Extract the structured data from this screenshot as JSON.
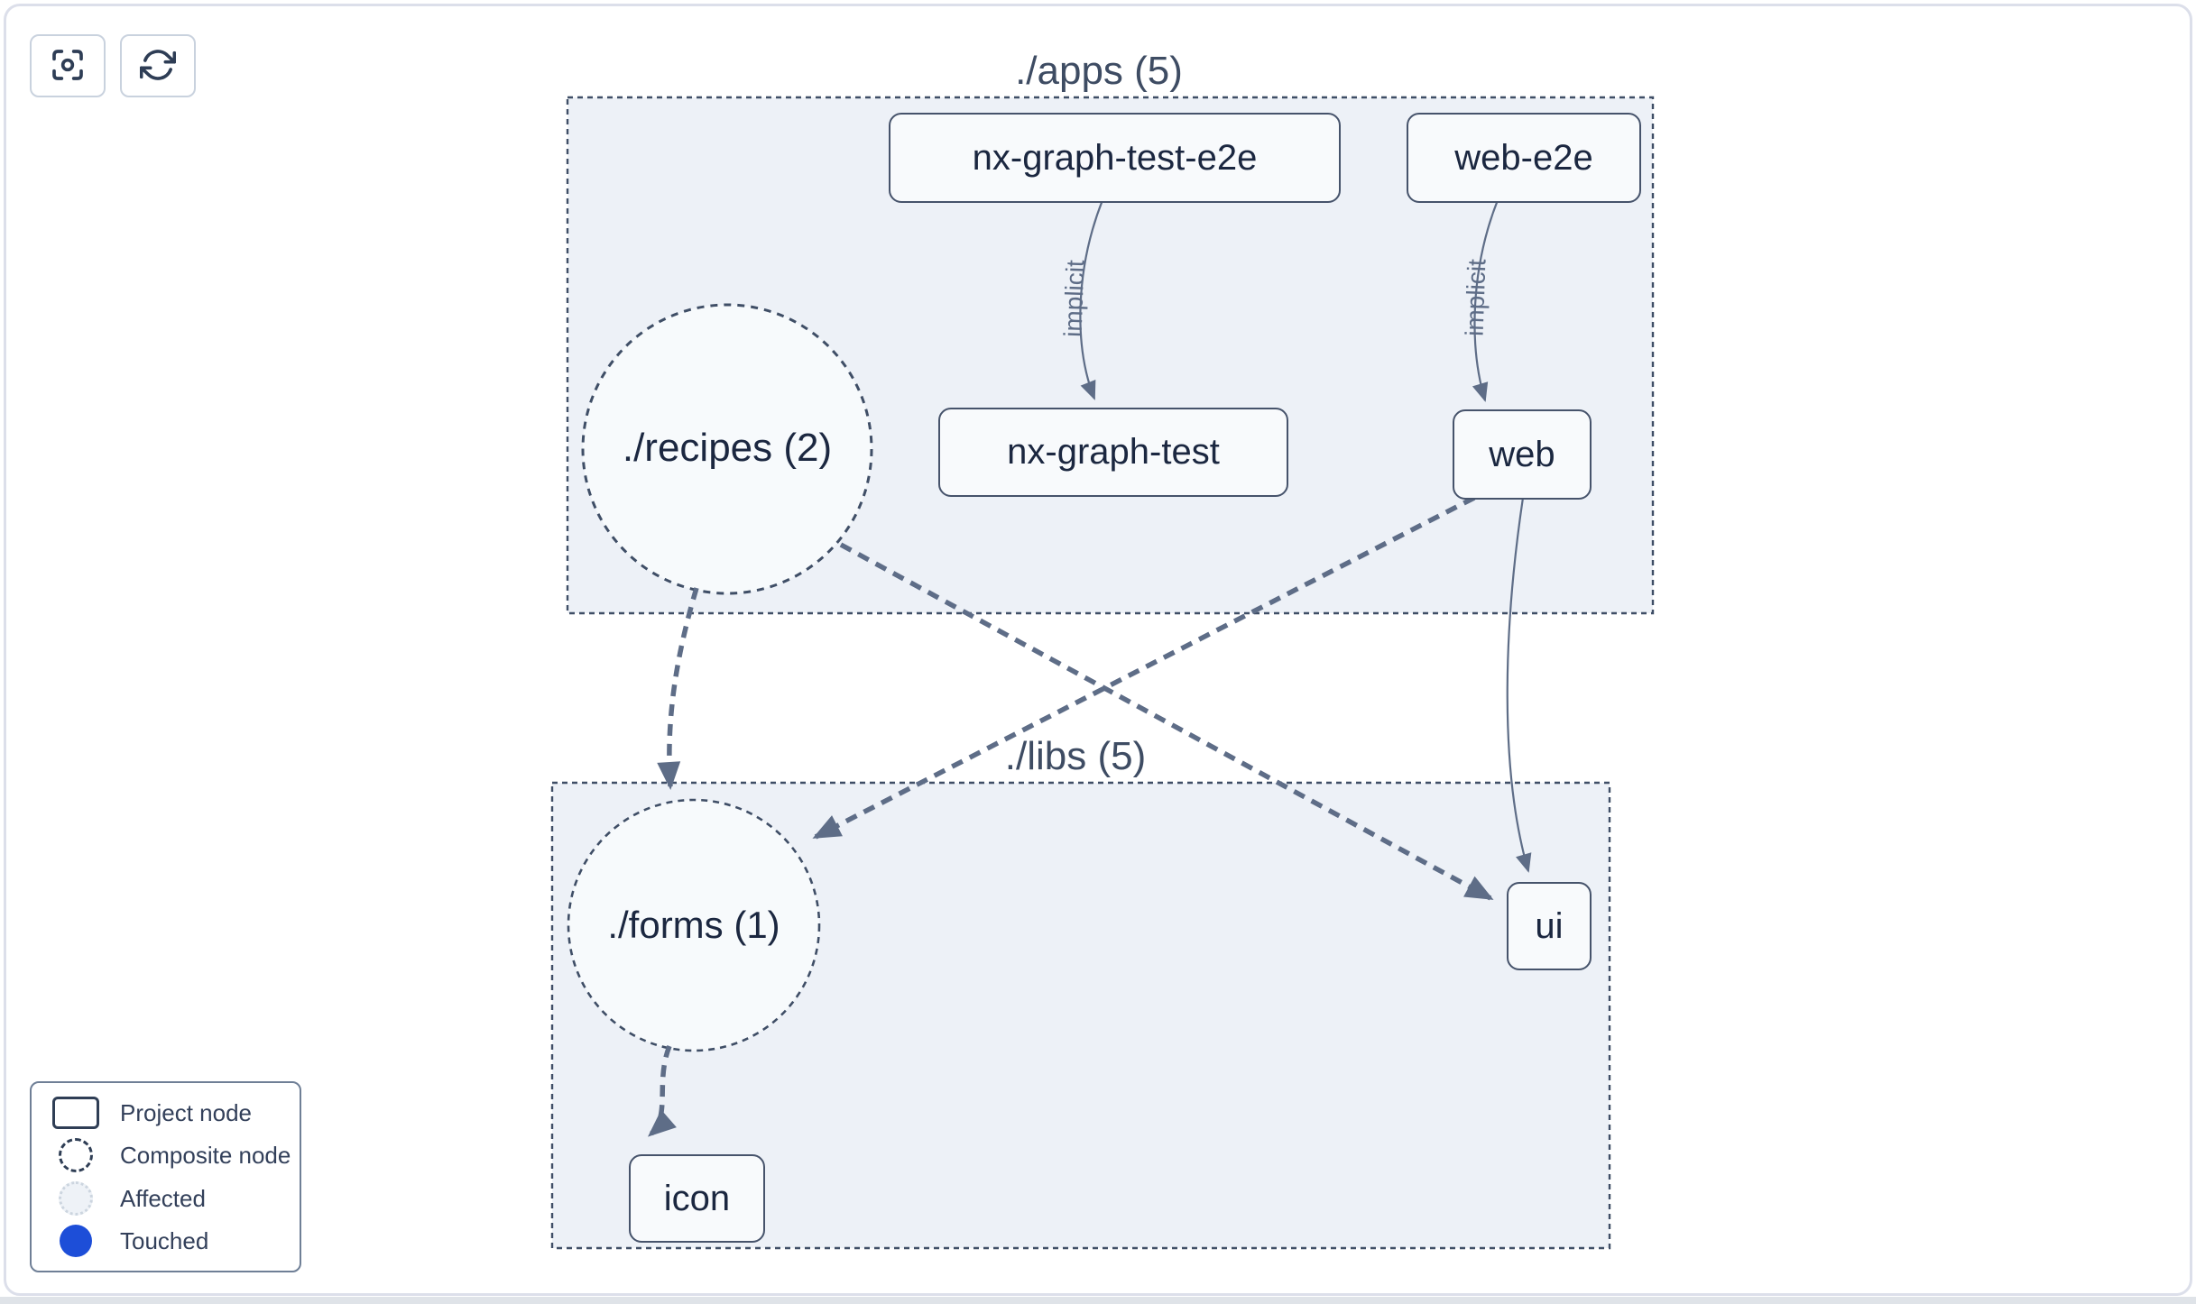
{
  "toolbar": {
    "buttons": [
      {
        "name": "focus",
        "icon": "focus-icon"
      },
      {
        "name": "refresh",
        "icon": "refresh-icon"
      }
    ]
  },
  "graph": {
    "groups": [
      {
        "id": "apps",
        "label": "./apps (5)"
      },
      {
        "id": "libs",
        "label": "./libs (5)"
      }
    ],
    "nodes": [
      {
        "id": "nx-graph-test-e2e",
        "label": "nx-graph-test-e2e",
        "type": "project",
        "group": "apps"
      },
      {
        "id": "web-e2e",
        "label": "web-e2e",
        "type": "project",
        "group": "apps"
      },
      {
        "id": "nx-graph-test",
        "label": "nx-graph-test",
        "type": "project",
        "group": "apps"
      },
      {
        "id": "web",
        "label": "web",
        "type": "project",
        "group": "apps"
      },
      {
        "id": "ui",
        "label": "ui",
        "type": "project",
        "group": "libs"
      },
      {
        "id": "icon",
        "label": "icon",
        "type": "project",
        "group": "libs"
      }
    ],
    "composites": [
      {
        "id": "recipes",
        "label": "./recipes (2)",
        "type": "composite",
        "group": "apps"
      },
      {
        "id": "forms",
        "label": "./forms (1)",
        "type": "composite",
        "group": "libs"
      }
    ],
    "edges": [
      {
        "from": "nx-graph-test-e2e",
        "to": "nx-graph-test",
        "label": "implicit",
        "style": "solid"
      },
      {
        "from": "web-e2e",
        "to": "web",
        "label": "implicit",
        "style": "solid"
      },
      {
        "from": "web",
        "to": "ui",
        "label": "",
        "style": "solid"
      },
      {
        "from": "recipes",
        "to": "forms",
        "label": "",
        "style": "dashed"
      },
      {
        "from": "recipes",
        "to": "ui",
        "label": "",
        "style": "dashed"
      },
      {
        "from": "web",
        "to": "forms",
        "label": "",
        "style": "dashed"
      },
      {
        "from": "forms",
        "to": "icon",
        "label": "",
        "style": "dashed"
      }
    ]
  },
  "legend": {
    "items": [
      {
        "label": "Project node",
        "swatch": "project-outline"
      },
      {
        "label": "Composite node",
        "swatch": "dashed-circle"
      },
      {
        "label": "Affected",
        "swatch": "light-dotted-circle"
      },
      {
        "label": "Touched",
        "swatch": "solid-blue-circle"
      }
    ]
  },
  "colors": {
    "touched_blue": "#1d4ed8",
    "affected_fill": "#eef2f7",
    "container_fill": "#edf1f7",
    "node_fill": "#f8fafc",
    "dark_border": "#3f4e66",
    "edge": "#5e6d87",
    "page_border": "#dcdfea"
  }
}
